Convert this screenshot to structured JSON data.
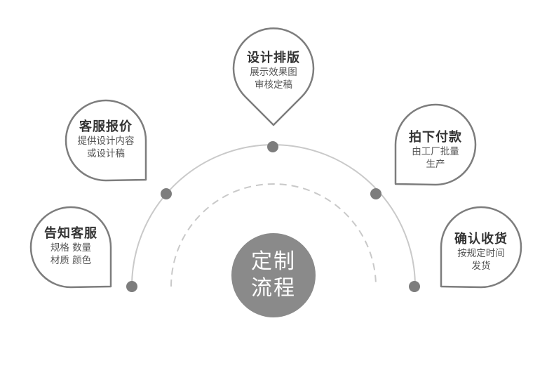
{
  "center": {
    "line1": "定制",
    "line2": "流程"
  },
  "steps": [
    {
      "title": "告知客服",
      "line1": "规格 数量",
      "line2": "材质 颜色"
    },
    {
      "title": "客服报价",
      "line1": "提供设计内容",
      "line2": "或设计稿"
    },
    {
      "title": "设计排版",
      "line1": "展示效果图",
      "line2": "审核定稿"
    },
    {
      "title": "拍下付款",
      "line1": "由工厂批量",
      "line2": "生产"
    },
    {
      "title": "确认收货",
      "line1": "按规定时间",
      "line2": "发货"
    }
  ],
  "colors": {
    "stroke": "#808080",
    "arc": "#c8c8c8",
    "center": "#8a8a8a"
  }
}
